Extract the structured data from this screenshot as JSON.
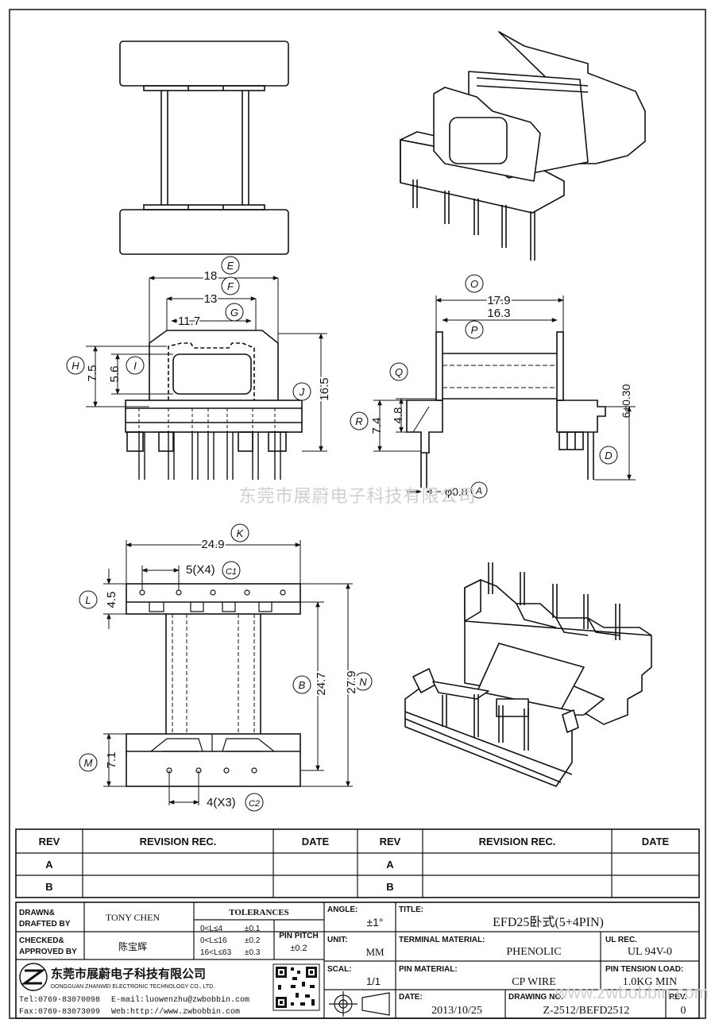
{
  "watermark": "东莞市展蔚电子科技有限公司",
  "dims": {
    "E": {
      "label": "E",
      "value": "18"
    },
    "F": {
      "label": "F",
      "value": "13"
    },
    "G": {
      "label": "G",
      "value": "11.7"
    },
    "H": {
      "label": "H",
      "value": "7.5"
    },
    "I": {
      "label": "I",
      "value": "5.6"
    },
    "J": {
      "label": "J",
      "value": "16.5"
    },
    "O": {
      "label": "O",
      "value": "17.9"
    },
    "P": {
      "label": "P",
      "value": "16.3"
    },
    "Q": {
      "label": "Q",
      "value": "4.8"
    },
    "R": {
      "label": "R",
      "value": "7.4"
    },
    "T": {
      "value": "6±0.30"
    },
    "D": {
      "label": "D"
    },
    "A": {
      "label": "A",
      "value": "φ0.8"
    },
    "K": {
      "label": "K",
      "value": "24.9"
    },
    "C1": {
      "label": "C1",
      "value": "5(X4)"
    },
    "L": {
      "label": "L",
      "value": "4.5"
    },
    "B": {
      "label": "B",
      "value": "24.7"
    },
    "N": {
      "label": "N",
      "value": "27.9"
    },
    "M": {
      "label": "M",
      "value": "7.1"
    },
    "C2": {
      "label": "C2",
      "value": "4(X3)"
    }
  },
  "revision": {
    "headers": [
      "REV",
      "REVISION REC.",
      "DATE",
      "REV",
      "REVISION REC.",
      "DATE"
    ],
    "rows": [
      [
        "A",
        "",
        "",
        "A",
        "",
        ""
      ],
      [
        "B",
        "",
        "",
        "B",
        "",
        ""
      ]
    ]
  },
  "title_block": {
    "drawn_label": "DRAWN&\nDRAFTED BY",
    "drawn_value": "TONY CHEN",
    "checked_label": "CHECKED&\nAPPROVED BY",
    "checked_value": "陈宝辉",
    "tolerances_label": "TOLERANCES",
    "tol_rows": [
      {
        "range": "0<L≤4",
        "tol": "±0.1"
      },
      {
        "range": "0<L≤16",
        "tol": "±0.2"
      },
      {
        "range": "16<L≤63",
        "tol": "±0.3"
      }
    ],
    "pin_pitch_label": "PIN PITCH",
    "pin_pitch_value": "±0.2",
    "angle_label": "ANGLE:",
    "angle_value": "±1°",
    "unit_label": "UNIT:",
    "unit_value": "MM",
    "scale_label": "SCAL:",
    "scale_value": "1/1",
    "title_label": "TITLE:",
    "title_value": "EFD25卧式(5+4PIN)",
    "terminal_material_label": "TERMINAL MATERIAL:",
    "terminal_material_value": "PHENOLIC",
    "ul_label": "UL REC.",
    "ul_value": "UL 94V-0",
    "pin_material_label": "PIN MATERIAL:",
    "pin_material_value": "CP WIRE",
    "pin_tension_label": "PIN TENSION LOAD:",
    "pin_tension_value": "1.0KG MIN",
    "date_label": "DATE:",
    "date_value": "2013/10/25",
    "drawing_no_label": "DRAWING NO.",
    "drawing_no_value": "Z-2512/BEFD2512",
    "rev_label": "REV.",
    "rev_value": "0"
  },
  "company": {
    "name_cn": "东莞市展蔚电子科技有限公司",
    "name_en": "DONGGUAN ZHANWEI ELECTRONIC TECHNOLOGY CO., LTD.",
    "tel": "Tel:0769-83070098",
    "email": "E-mail:luowenzhu@zwbobbin.com",
    "fax": "Fax:0769-83073099",
    "web": "Web:http://www.zwbobbin.com",
    "site_watermark": "www.zwbobbin.com"
  }
}
